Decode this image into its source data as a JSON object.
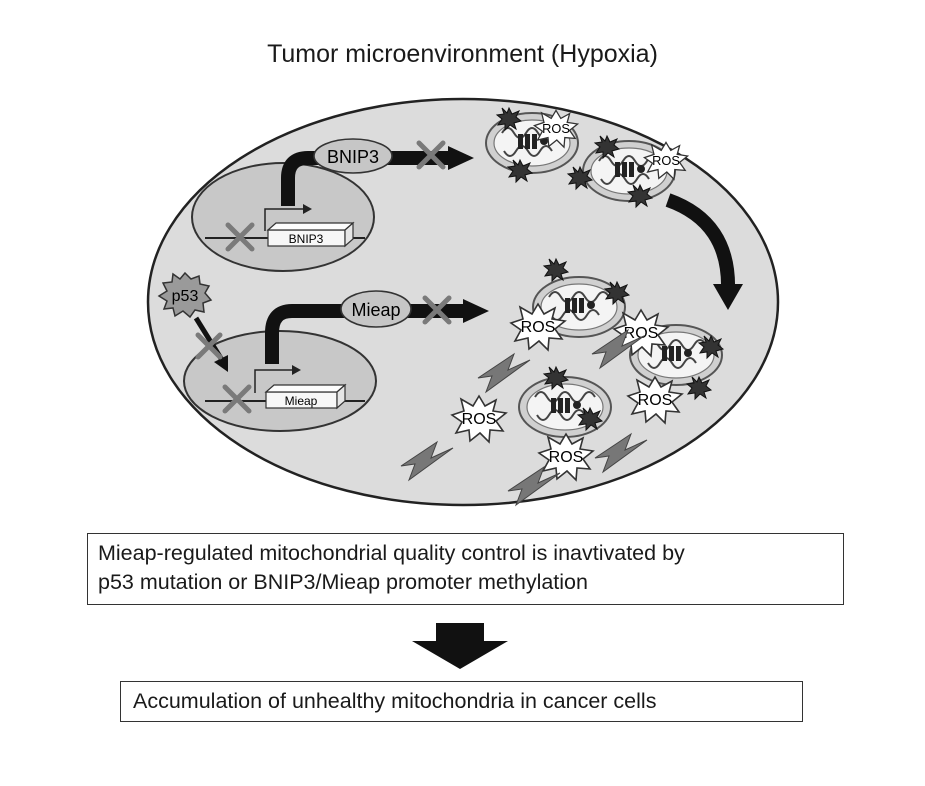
{
  "title": "Tumor microenvironment (Hypoxia)",
  "cell": {
    "pathway_top": {
      "protein_label": "BNIP3",
      "gene_label": "BNIP3"
    },
    "pathway_bottom": {
      "regulator_label": "p53",
      "protein_label": "Mieap",
      "gene_label": "Mieap"
    },
    "ros_label": "ROS"
  },
  "conclusion": {
    "box1_line1": "Mieap-regulated mitochondrial quality control is inavtivated by",
    "box1_line2": "p53 mutation or BNIP3/Mieap promoter methylation",
    "box2_text": "Accumulation of unhealthy mitochondria in cancer cells"
  },
  "colors": {
    "cell_fill": "#dcdcdc",
    "nucleus_fill": "#c8c8c8",
    "arrow": "#111111",
    "x_mark": "#7a7a7a",
    "mito_fill": "#d0d0d0"
  }
}
